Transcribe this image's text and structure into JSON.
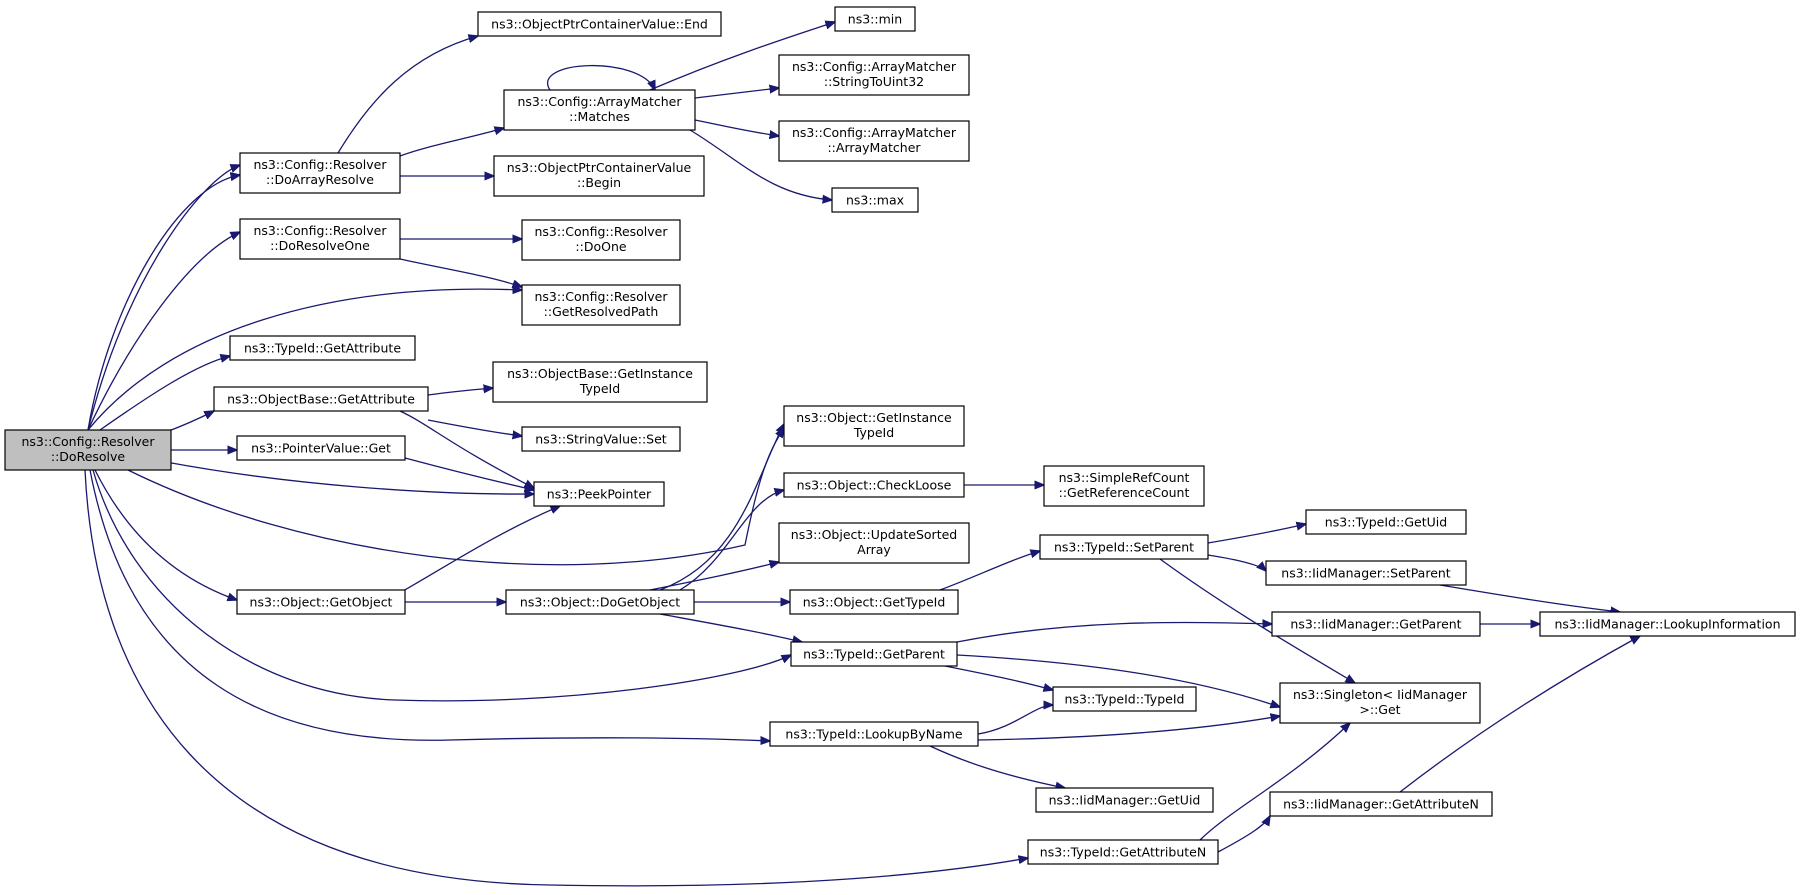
{
  "graph": {
    "nodes": [
      {
        "id": "doresolve",
        "lines": [
          "ns3::Config::Resolver",
          "::DoResolve"
        ]
      },
      {
        "id": "doarrayresolve",
        "lines": [
          "ns3::Config::Resolver",
          "::DoArrayResolve"
        ]
      },
      {
        "id": "doresolveone",
        "lines": [
          "ns3::Config::Resolver",
          "::DoResolveOne"
        ]
      },
      {
        "id": "typeid_getattribute",
        "lines": [
          "ns3::TypeId::GetAttribute"
        ]
      },
      {
        "id": "objectbase_getattribute",
        "lines": [
          "ns3::ObjectBase::GetAttribute"
        ]
      },
      {
        "id": "pointervalue_get",
        "lines": [
          "ns3::PointerValue::Get"
        ]
      },
      {
        "id": "object_getobject",
        "lines": [
          "ns3::Object::GetObject"
        ]
      },
      {
        "id": "opcv_end",
        "lines": [
          "ns3::ObjectPtrContainerValue::End"
        ]
      },
      {
        "id": "arraymatcher_matches",
        "lines": [
          "ns3::Config::ArrayMatcher",
          "::Matches"
        ]
      },
      {
        "id": "opcv_begin",
        "lines": [
          "ns3::ObjectPtrContainerValue",
          "::Begin"
        ]
      },
      {
        "id": "resolver_doone",
        "lines": [
          "ns3::Config::Resolver",
          "::DoOne"
        ]
      },
      {
        "id": "resolver_getresolvedpath",
        "lines": [
          "ns3::Config::Resolver",
          "::GetResolvedPath"
        ]
      },
      {
        "id": "objectbase_getinstancetypeid",
        "lines": [
          "ns3::ObjectBase::GetInstance",
          "TypeId"
        ]
      },
      {
        "id": "stringvalue_set",
        "lines": [
          "ns3::StringValue::Set"
        ]
      },
      {
        "id": "peekpointer",
        "lines": [
          "ns3::PeekPointer"
        ]
      },
      {
        "id": "object_dogetobject",
        "lines": [
          "ns3::Object::DoGetObject"
        ]
      },
      {
        "id": "ns3_min",
        "lines": [
          "ns3::min"
        ]
      },
      {
        "id": "arraymatcher_stringtouint32",
        "lines": [
          "ns3::Config::ArrayMatcher",
          "::StringToUint32"
        ]
      },
      {
        "id": "arraymatcher_arraymatcher",
        "lines": [
          "ns3::Config::ArrayMatcher",
          "::ArrayMatcher"
        ]
      },
      {
        "id": "ns3_max",
        "lines": [
          "ns3::max"
        ]
      },
      {
        "id": "object_getinstancetypeid",
        "lines": [
          "ns3::Object::GetInstance",
          "TypeId"
        ]
      },
      {
        "id": "object_checkloose",
        "lines": [
          "ns3::Object::CheckLoose"
        ]
      },
      {
        "id": "object_updatesortedarray",
        "lines": [
          "ns3::Object::UpdateSorted",
          "Array"
        ]
      },
      {
        "id": "object_gettypeid",
        "lines": [
          "ns3::Object::GetTypeId"
        ]
      },
      {
        "id": "typeid_getparent",
        "lines": [
          "ns3::TypeId::GetParent"
        ]
      },
      {
        "id": "typeid_lookupbyname",
        "lines": [
          "ns3::TypeId::LookupByName"
        ]
      },
      {
        "id": "typeid_getattributen",
        "lines": [
          "ns3::TypeId::GetAttributeN"
        ]
      },
      {
        "id": "simplerefcount_getreferencecount",
        "lines": [
          "ns3::SimpleRefCount",
          "::GetReferenceCount"
        ]
      },
      {
        "id": "typeid_setparent",
        "lines": [
          "ns3::TypeId::SetParent"
        ]
      },
      {
        "id": "typeid_typeid",
        "lines": [
          "ns3::TypeId::TypeId"
        ]
      },
      {
        "id": "iidmanager_getuid",
        "lines": [
          "ns3::IidManager::GetUid"
        ]
      },
      {
        "id": "typeid_getuid",
        "lines": [
          "ns3::TypeId::GetUid"
        ]
      },
      {
        "id": "iidmanager_setparent",
        "lines": [
          "ns3::IidManager::SetParent"
        ]
      },
      {
        "id": "iidmanager_getparent",
        "lines": [
          "ns3::IidManager::GetParent"
        ]
      },
      {
        "id": "singleton_get",
        "lines": [
          "ns3::Singleton< IidManager",
          " >::Get"
        ]
      },
      {
        "id": "iidmanager_getattributen",
        "lines": [
          "ns3::IidManager::GetAttributeN"
        ]
      },
      {
        "id": "iidmanager_lookupinformation",
        "lines": [
          "ns3::IidManager::LookupInformation"
        ]
      }
    ]
  }
}
